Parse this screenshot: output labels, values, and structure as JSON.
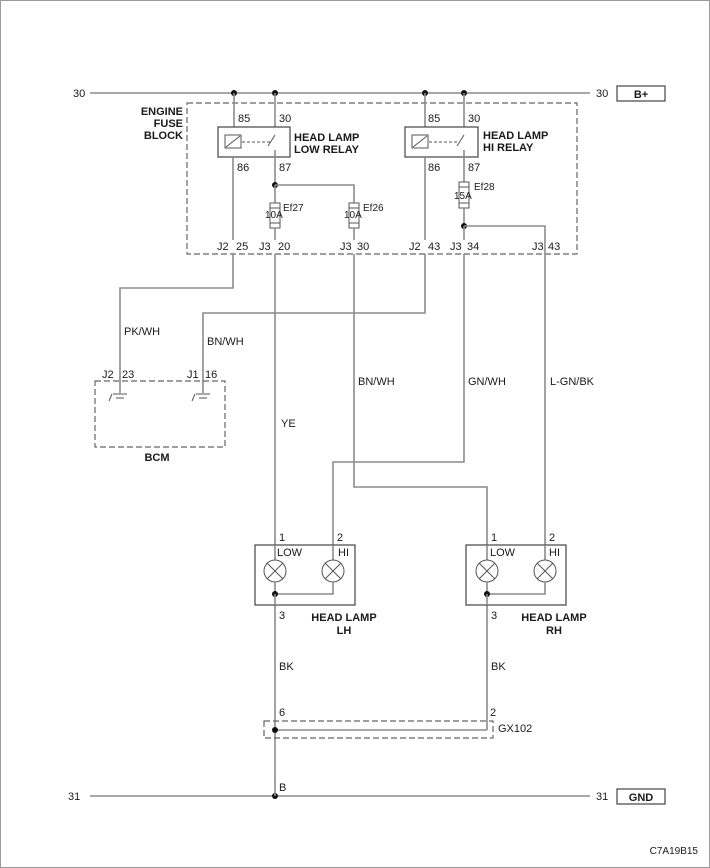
{
  "buses": {
    "top_left": "30",
    "top_right": "30",
    "top_tag": "B+",
    "bottom_left": "31",
    "bottom_right": "31",
    "bottom_tag": "GND",
    "ground_node": "B"
  },
  "fuse_block": {
    "title_lines": [
      "ENGINE",
      "FUSE",
      "BLOCK"
    ],
    "low_relay": {
      "name_lines": [
        "HEAD LAMP",
        "LOW RELAY"
      ],
      "pin_85": "85",
      "pin_30": "30",
      "pin_86": "86",
      "pin_87": "87"
    },
    "hi_relay": {
      "name_lines": [
        "HEAD LAMP",
        "HI RELAY"
      ],
      "pin_85": "85",
      "pin_30": "30",
      "pin_86": "86",
      "pin_87": "87"
    },
    "fuses": [
      {
        "name": "Ef27",
        "rating": "10A"
      },
      {
        "name": "Ef26",
        "rating": "10A"
      },
      {
        "name": "Ef28",
        "rating": "15A"
      }
    ],
    "connectors": [
      {
        "conn": "J2",
        "pin": "25"
      },
      {
        "conn": "J3",
        "pin": "20"
      },
      {
        "conn": "J3",
        "pin": "30"
      },
      {
        "conn": "J2",
        "pin": "43"
      },
      {
        "conn": "J3",
        "pin": "34"
      },
      {
        "conn": "J3",
        "pin": "43"
      }
    ]
  },
  "wires": {
    "pk_wh": "PK/WH",
    "bn_wh_left": "BN/WH",
    "ye": "YE",
    "bn_wh": "BN/WH",
    "gn_wh": "GN/WH",
    "l_gn_bk": "L-GN/BK",
    "bk_left": "BK",
    "bk_right": "BK"
  },
  "bcm": {
    "title": "BCM",
    "pins": [
      {
        "conn": "J2",
        "pin": "23"
      },
      {
        "conn": "J1",
        "pin": "16"
      }
    ]
  },
  "lamp_lh": {
    "name_lines": [
      "HEAD LAMP",
      "LH"
    ],
    "low": "LOW",
    "hi": "HI",
    "pin_low": "1",
    "pin_hi": "2",
    "pin_gnd": "3"
  },
  "lamp_rh": {
    "name_lines": [
      "HEAD LAMP",
      "RH"
    ],
    "low": "LOW",
    "hi": "HI",
    "pin_low": "1",
    "pin_hi": "2",
    "pin_gnd": "3"
  },
  "splice": {
    "name": "GX102",
    "pin_left": "6",
    "pin_right": "2"
  },
  "figure_code": "C7A19B15"
}
